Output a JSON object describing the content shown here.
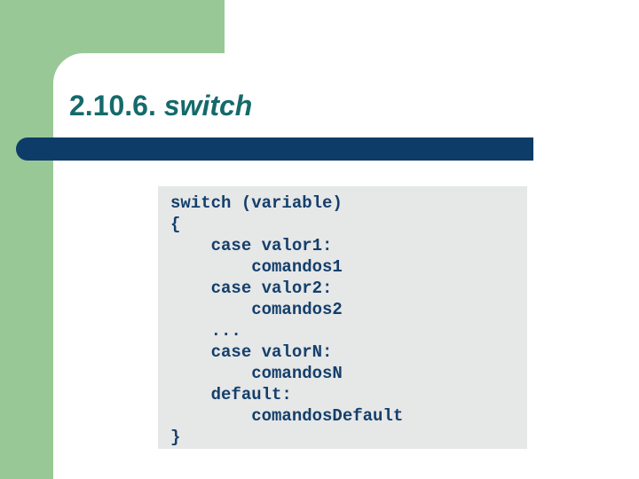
{
  "title": {
    "number": "2.10.6. ",
    "keyword": "switch"
  },
  "code": {
    "lines": [
      "switch (variable)",
      "{",
      "    case valor1:",
      "        comandos1",
      "    case valor2:",
      "        comandos2",
      "    ...",
      "    case valorN:",
      "        comandosN",
      "    default:",
      "        comandosDefault",
      "}"
    ]
  },
  "colors": {
    "background_green": "#99c897",
    "panel_white": "#ffffff",
    "divider_navy": "#0e3c68",
    "title_teal": "#156a6b",
    "code_background": "#e6e7e7",
    "code_text": "#143f6b"
  }
}
